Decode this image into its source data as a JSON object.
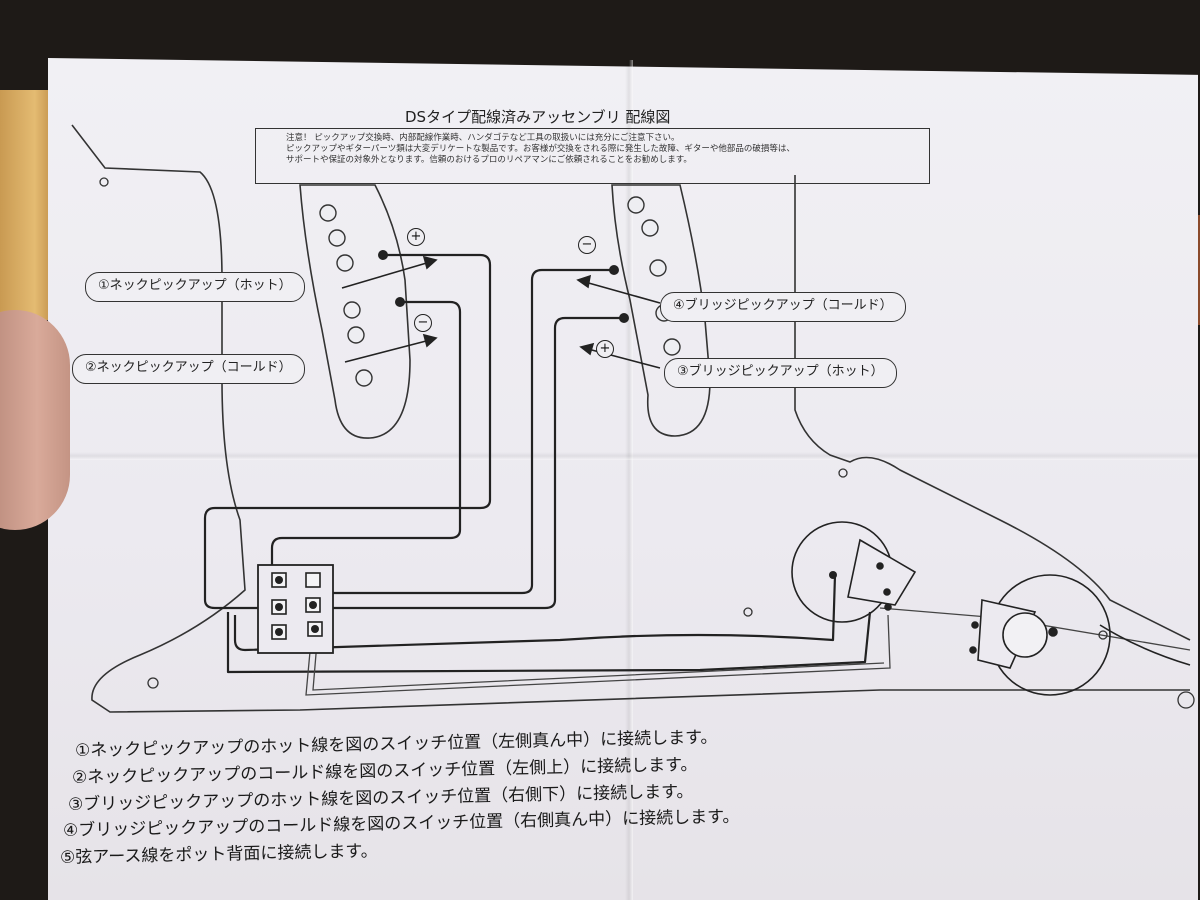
{
  "title": "DSタイプ配線済みアッセンブリ 配線図",
  "notice": [
    "注意！ ピックアップ交換時、内部配線作業時、ハンダゴテなど工具の取扱いには充分にご注意下さい。",
    "ピックアップやギターパーツ類は大変デリケートな製品です。お客様が交換をされる際に発生した故障、ギターや他部品の破損等は、",
    "サポートや保証の対象外となります。信頼のおけるプロのリペアマンにご依頼されることをお勧めします。"
  ],
  "callouts": {
    "neck_hot": "①ネックピックアップ（ホット）",
    "neck_cold": "②ネックピックアップ（コールド）",
    "bridge_cold": "④ブリッジピックアップ（コールド）",
    "bridge_hot": "③ブリッジピックアップ（ホット）"
  },
  "symbols": {
    "plus": "+",
    "minus": "−"
  },
  "instructions": [
    "①ネックピックアップのホット線を図のスイッチ位置（左側真ん中）に接続します。",
    "②ネックピックアップのコールド線を図のスイッチ位置（左側上）に接続します。",
    "③ブリッジピックアップのホット線を図のスイッチ位置（右側下）に接続します。",
    "④ブリッジピックアップのコールド線を図のスイッチ位置（右側真ん中）に接続します。",
    "⑤弦アース線をポット背面に接続します。"
  ]
}
